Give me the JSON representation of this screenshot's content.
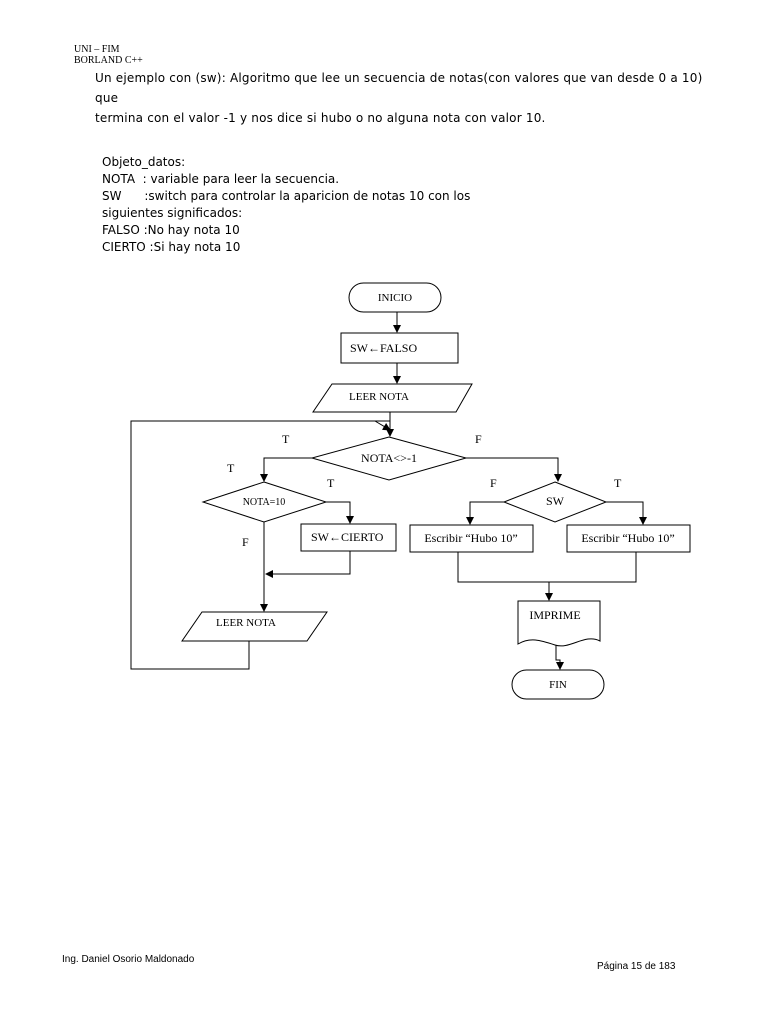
{
  "header": {
    "line1": "UNI – FIM",
    "line2": "BORLAND C++"
  },
  "intro": {
    "line1": "Un ejemplo con (sw): Algoritmo que lee un secuencia de notas(con valores que van desde 0 a 10) que",
    "line2": "termina con el valor -1 y nos dice si hubo o no alguna nota con valor 10."
  },
  "objects": {
    "title": "Objeto_datos:",
    "lines": [
      "NOTA  : variable para leer la secuencia.",
      "SW      :switch para controlar la aparicion de notas 10 con los",
      "siguientes significados:",
      "FALSO :No hay nota 10",
      "CIERTO :Si hay nota 10"
    ]
  },
  "flowchart": {
    "start": "INICIO",
    "init": "SW←FALSO",
    "read1": "LEER NOTA",
    "cond1": "NOTA<>-1",
    "cond2": "NOTA=10",
    "assign": "SW←CIERTO",
    "read2": "LEER NOTA",
    "cond3": "SW",
    "out_f": "Escribir “Hubo 10”",
    "out_t": "Escribir “Hubo 10”",
    "print": "IMPRIME",
    "end": "FIN",
    "labels": {
      "c1_true": "T",
      "c1_false": "F",
      "c2_true_top": "T",
      "c2_true": "T",
      "c2_false": "F",
      "c3_false": "F",
      "c3_true": "T"
    }
  },
  "footer": {
    "author": "Ing. Daniel Osorio Maldonado",
    "page": "Página 15 de 183"
  }
}
